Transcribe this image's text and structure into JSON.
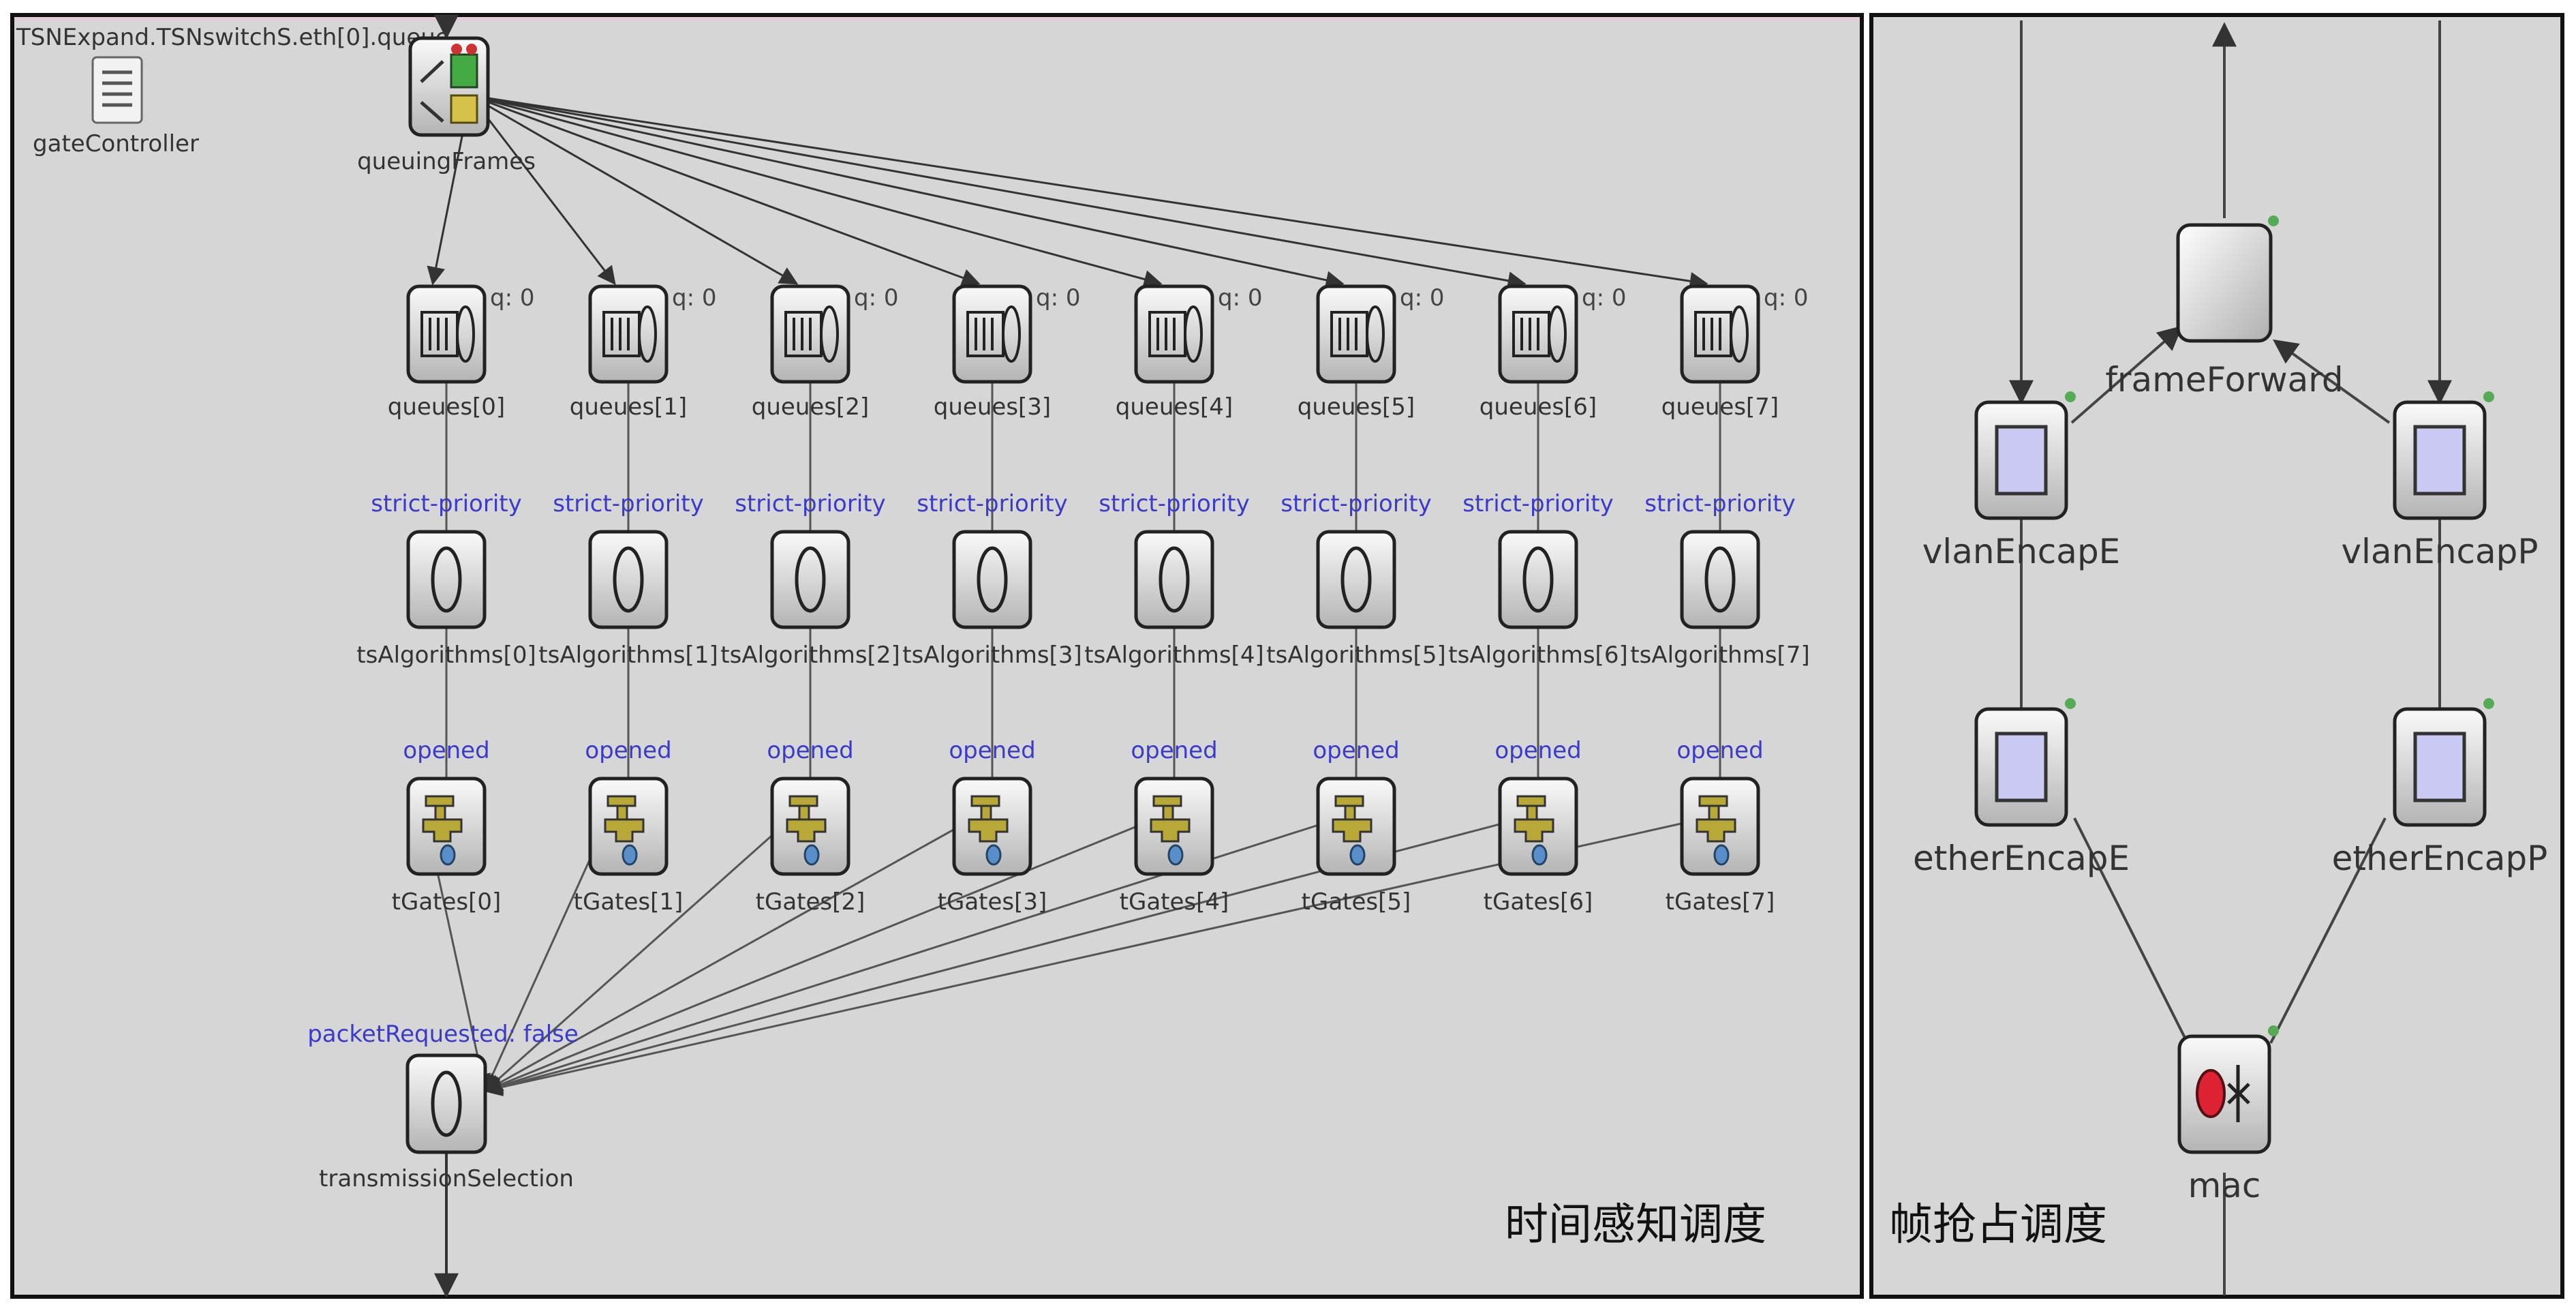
{
  "left_panel": {
    "path_title": "TSNExpand.TSNswitchS.eth[0].queue",
    "gate_controller": "gateController",
    "queuing_frames": "queuingFrames",
    "queue_status": "q: 0",
    "columns": [
      {
        "queue": "queues[0]",
        "ts_status": "strict-priority",
        "ts": "tsAlgorithms[0]",
        "gate_status": "opened",
        "gate": "tGates[0]"
      },
      {
        "queue": "queues[1]",
        "ts_status": "strict-priority",
        "ts": "tsAlgorithms[1]",
        "gate_status": "opened",
        "gate": "tGates[1]"
      },
      {
        "queue": "queues[2]",
        "ts_status": "strict-priority",
        "ts": "tsAlgorithms[2]",
        "gate_status": "opened",
        "gate": "tGates[2]"
      },
      {
        "queue": "queues[3]",
        "ts_status": "strict-priority",
        "ts": "tsAlgorithms[3]",
        "gate_status": "opened",
        "gate": "tGates[3]"
      },
      {
        "queue": "queues[4]",
        "ts_status": "strict-priority",
        "ts": "tsAlgorithms[4]",
        "gate_status": "opened",
        "gate": "tGates[4]"
      },
      {
        "queue": "queues[5]",
        "ts_status": "strict-priority",
        "ts": "tsAlgorithms[5]",
        "gate_status": "opened",
        "gate": "tGates[5]"
      },
      {
        "queue": "queues[6]",
        "ts_status": "strict-priority",
        "ts": "tsAlgorithms[6]",
        "gate_status": "opened",
        "gate": "tGates[6]"
      },
      {
        "queue": "queues[7]",
        "ts_status": "strict-priority",
        "ts": "tsAlgorithms[7]",
        "gate_status": "opened",
        "gate": "tGates[7]"
      }
    ],
    "selection_status": "packetRequested: false",
    "selection": "transmissionSelection",
    "caption": "时间感知调度"
  },
  "right_panel": {
    "frame_forward": "frameForward",
    "vlan_e": "vlanEncapE",
    "vlan_p": "vlanEncapP",
    "ether_e": "etherEncapE",
    "ether_p": "etherEncapP",
    "mac": "mac",
    "caption": "帧抢占调度"
  },
  "colors": {
    "canvas": "#d6d6d6",
    "status_text": "#3a3acc",
    "module_fill": "#c9c9f2",
    "border": "#111111"
  }
}
